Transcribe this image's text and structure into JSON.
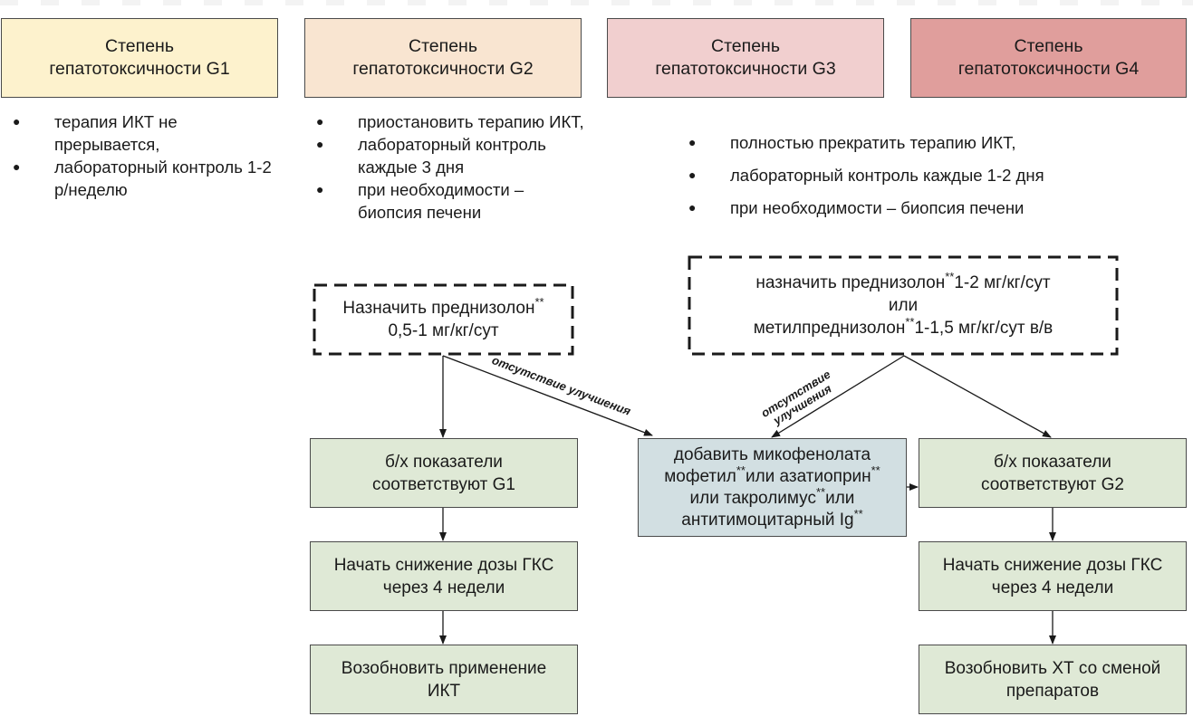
{
  "grades": [
    {
      "line1": "Степень",
      "line2": "гепатотоксичности G1",
      "color": "#fdf2cd"
    },
    {
      "line1": "Степень",
      "line2": "гепатотоксичности G2",
      "color": "#f9e5d1"
    },
    {
      "line1": "Степень",
      "line2": "гепатотоксичности G3",
      "color": "#f1cfcf"
    },
    {
      "line1": "Степень",
      "line2": "гепатотоксичности G4",
      "color": "#e09e9c"
    }
  ],
  "g1_actions": [
    "терапия ИКТ не прерывается,",
    "лабораторный контроль 1-2 р/неделю"
  ],
  "g2_actions": [
    "приостановить терапию ИКТ,",
    "лабораторный контроль каждые 3 дня",
    "при необходимости – биопсия печени"
  ],
  "g34_actions": [
    "полностью прекратить терапию ИКТ,",
    "лабораторный контроль каждые 1-2 дня",
    "при необходимости – биопсия печени"
  ],
  "g2_steroid": {
    "line1": "Назначить преднизолон",
    "mark": "**",
    "line2": "0,5-1 мг/кг/сут"
  },
  "g34_steroid": {
    "line1a": "назначить преднизолон",
    "mark1": "**",
    "line1b": "1-2 мг/кг/сут",
    "line2": "или",
    "line3a": "метилпреднизолон",
    "mark2": "**",
    "line3b": "1-1,5 мг/кг/сут в/в"
  },
  "edge_labels": {
    "left": "отсутствие улучшения",
    "right_line1": "отсутствие",
    "right_line2": "улучшения"
  },
  "immuno_box": {
    "line1": "добавить микофенолата",
    "l2a": "мофетил",
    "m1": "**",
    "l2b": "или азатиоприн",
    "m2": "**",
    "l3a": "или такролимус",
    "m3": "**",
    "l3b": "или",
    "l4a": "антитимоцитарный Ig",
    "m4": "**"
  },
  "left_chain": [
    {
      "line1": "б/х показатели",
      "line2": "соответствуют G1"
    },
    {
      "line1": "Начать снижение дозы ГКС",
      "line2": "через 4 недели"
    },
    {
      "line1": "Возобновить применение",
      "line2": "ИКТ"
    }
  ],
  "right_chain": [
    {
      "line1": "б/х показатели",
      "line2": "соответствуют G2"
    },
    {
      "line1": "Начать снижение дозы ГКС",
      "line2": "через 4 недели"
    },
    {
      "line1": "Возобновить ХТ со сменой",
      "line2": "препаратов"
    }
  ]
}
